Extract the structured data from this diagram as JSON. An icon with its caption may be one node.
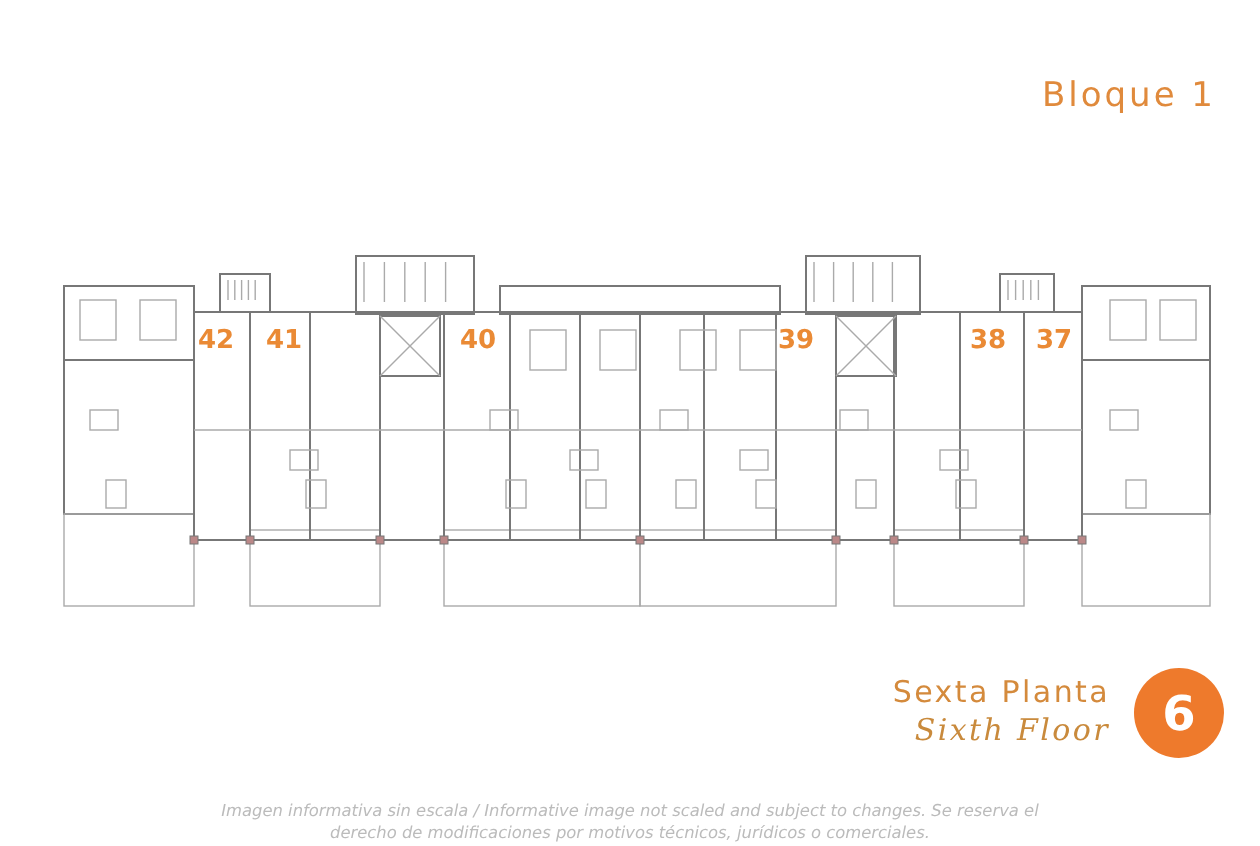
{
  "diagram": {
    "title": "Bloque 1",
    "caption": "Imagen informativa sin escala /  Informative image not scaled and subject to changes. Se reserva el derecho de modificaciones por motivos técnicos, jurídicos o comerciales.",
    "nodes": [
      {
        "text": [
          "6"
        ]
      }
    ],
    "labels": [
      "42",
      "41",
      "40",
      "39",
      "38",
      "37",
      "Sexta Planta",
      "Sixth Floor"
    ]
  }
}
